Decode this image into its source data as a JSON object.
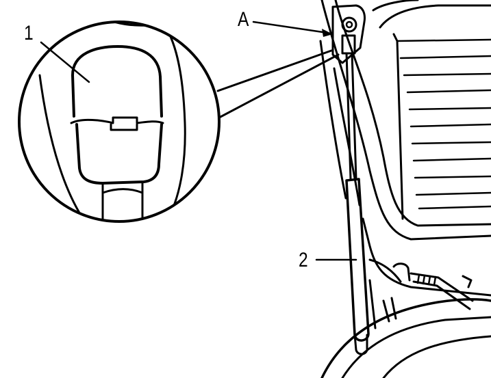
{
  "callouts": {
    "one": "1",
    "a": "A",
    "two": "2"
  },
  "colors": {
    "line": "#000000",
    "background": "#ffffff"
  }
}
